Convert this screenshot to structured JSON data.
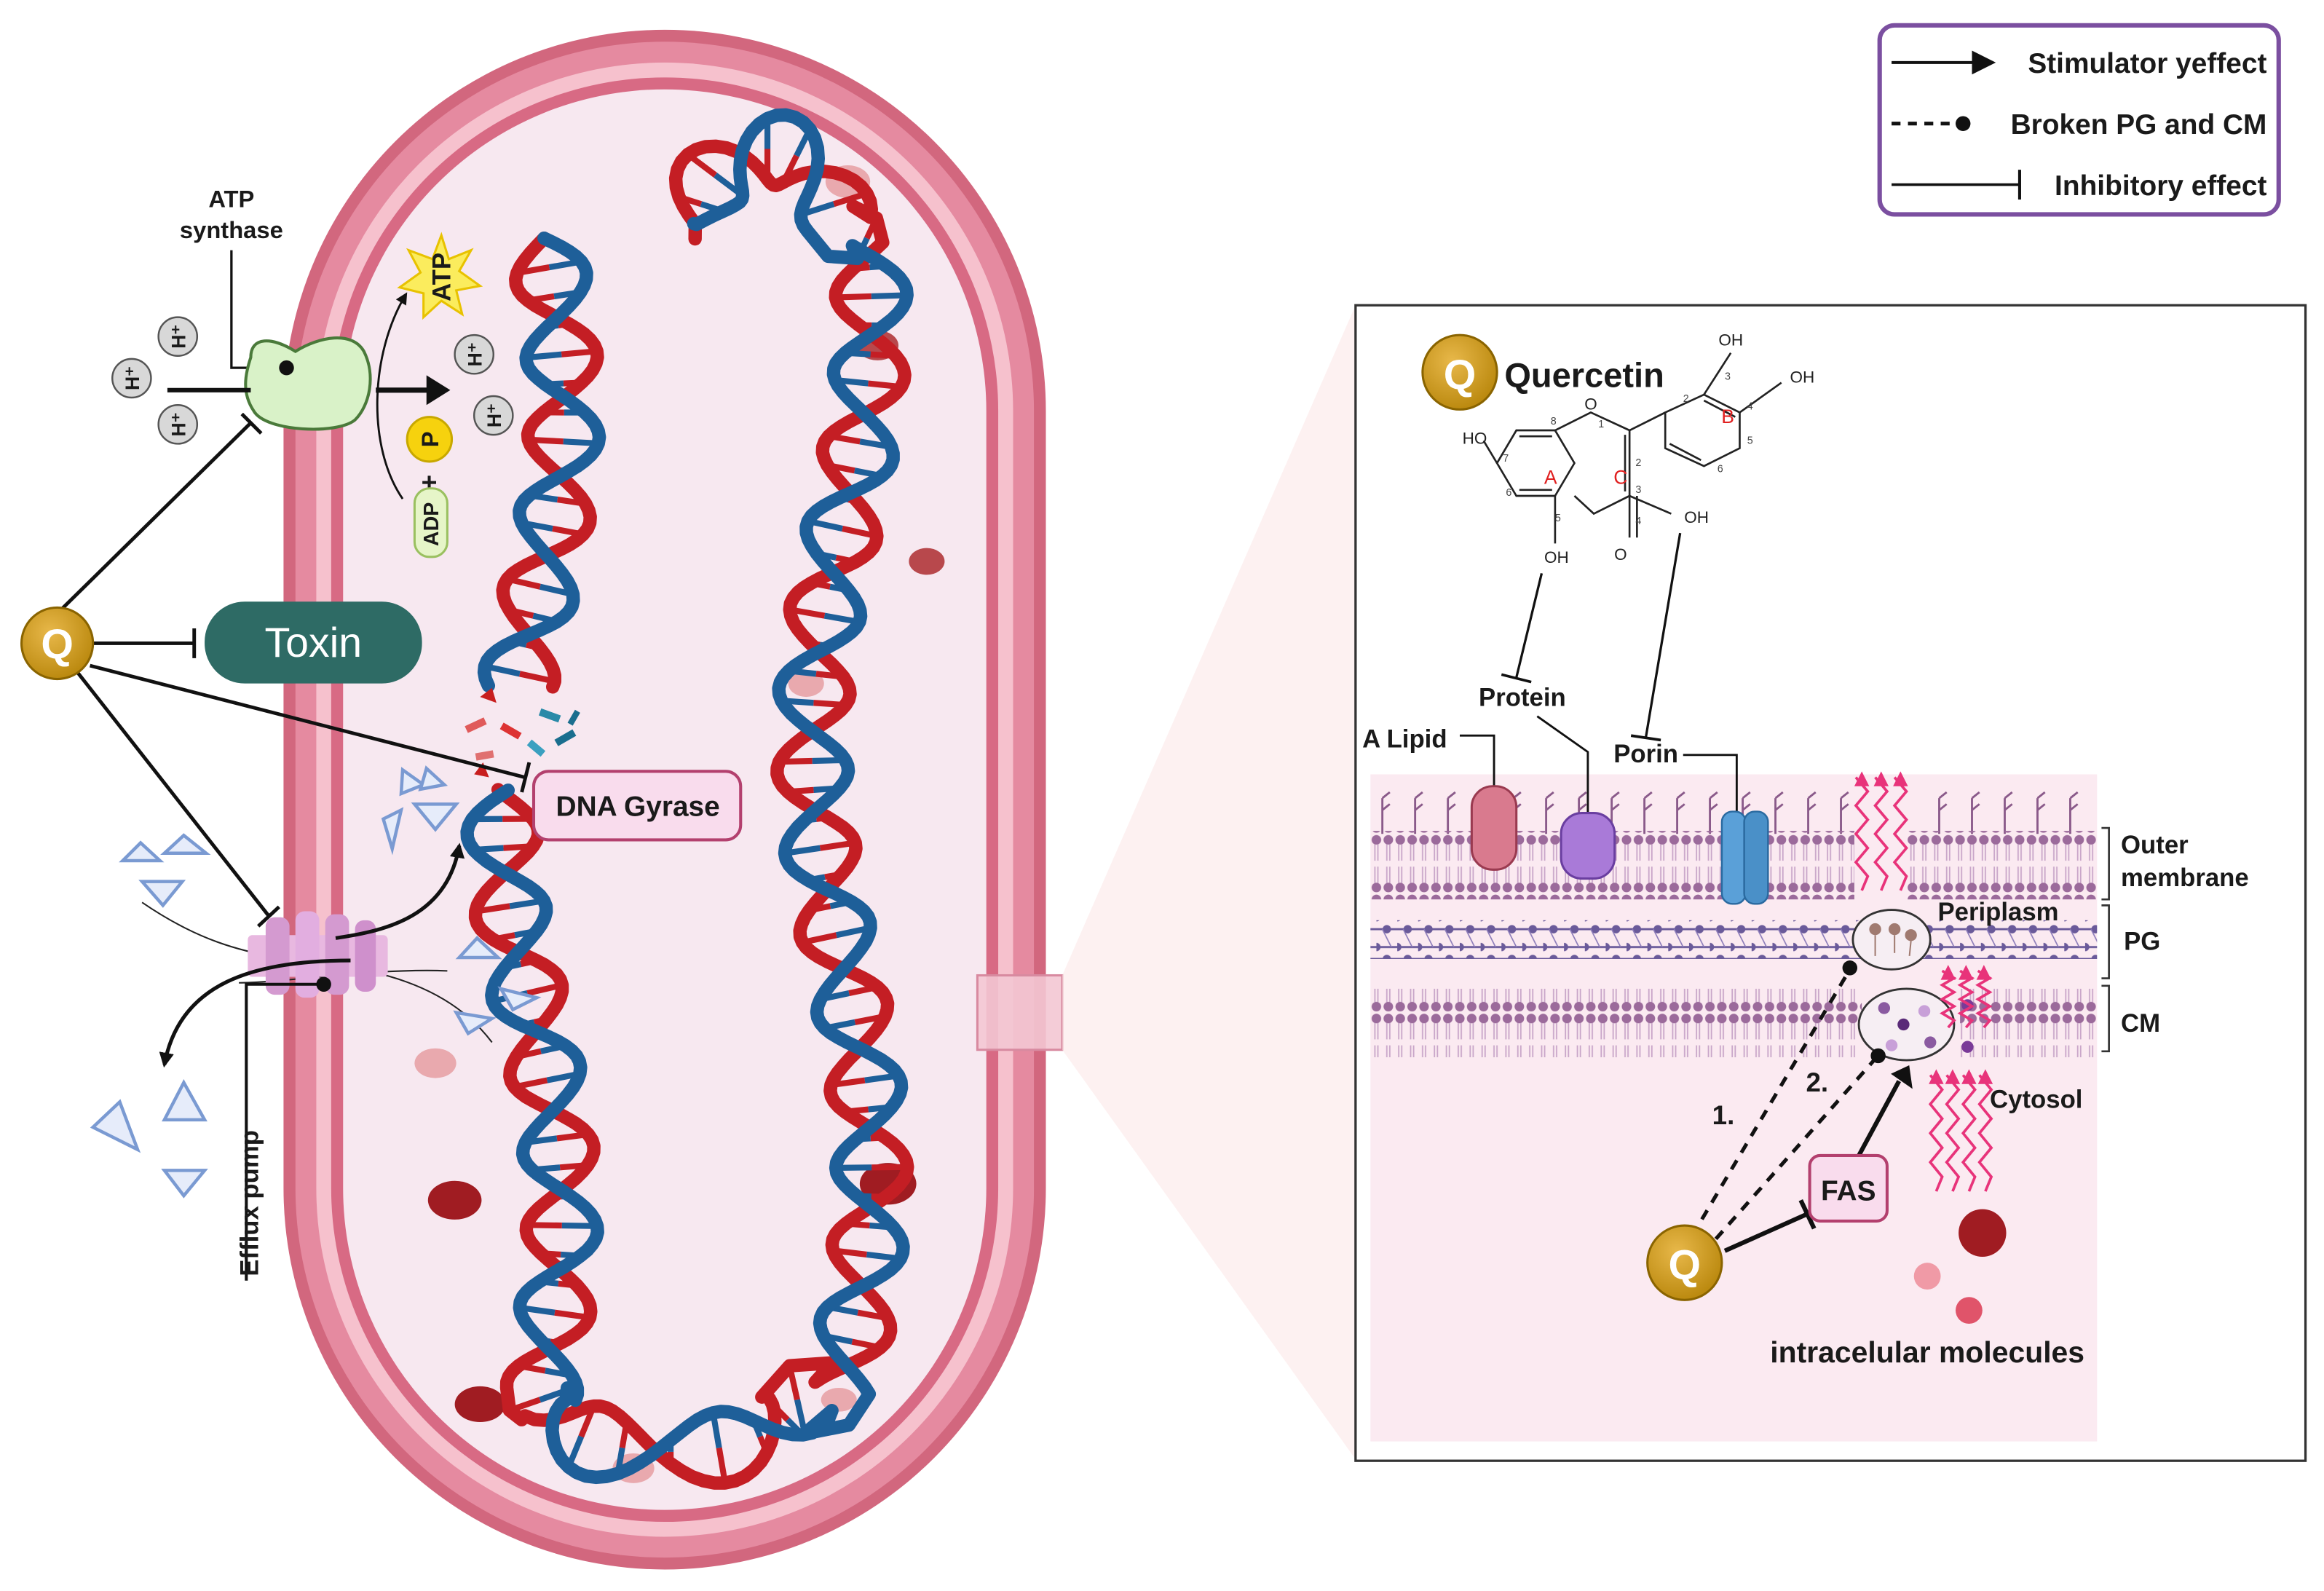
{
  "legend": {
    "stimulator": "Stimulator yeffect",
    "broken": "Broken PG and CM",
    "inhibitory": "Inhibitory effect"
  },
  "cell": {
    "atp_synthase_line1": "ATP",
    "atp_synthase_line2": "synthase",
    "atp": "ATP",
    "adp": "ADP",
    "plus": "+",
    "p": "P",
    "proton": "H⁺",
    "q": "Q",
    "toxin": "Toxin",
    "dna_gyrase": "DNA Gyrase",
    "efflux_pump": "Efflux pump"
  },
  "zoom": {
    "q": "Q",
    "quercetin": "Quercetin",
    "molecule": {
      "oh": "OH",
      "ho": "HO",
      "o": "O",
      "ring_a": "A",
      "ring_b": "B",
      "ring_c": "C",
      "positions": [
        "1",
        "2",
        "3",
        "4",
        "5",
        "6",
        "7",
        "8",
        "2",
        "3",
        "4",
        "5",
        "6"
      ]
    },
    "protein": "Protein",
    "a_lipid": "A Lipid",
    "porin": "Porin",
    "outer_membrane_line1": "Outer",
    "outer_membrane_line2": "membrane",
    "periplasm": "Periplasm",
    "pg": "PG",
    "cm": "CM",
    "cytosol": "Cytosol",
    "step1": "1.",
    "step2": "2.",
    "fas": "FAS",
    "intracellular": "intracelular molecules"
  }
}
